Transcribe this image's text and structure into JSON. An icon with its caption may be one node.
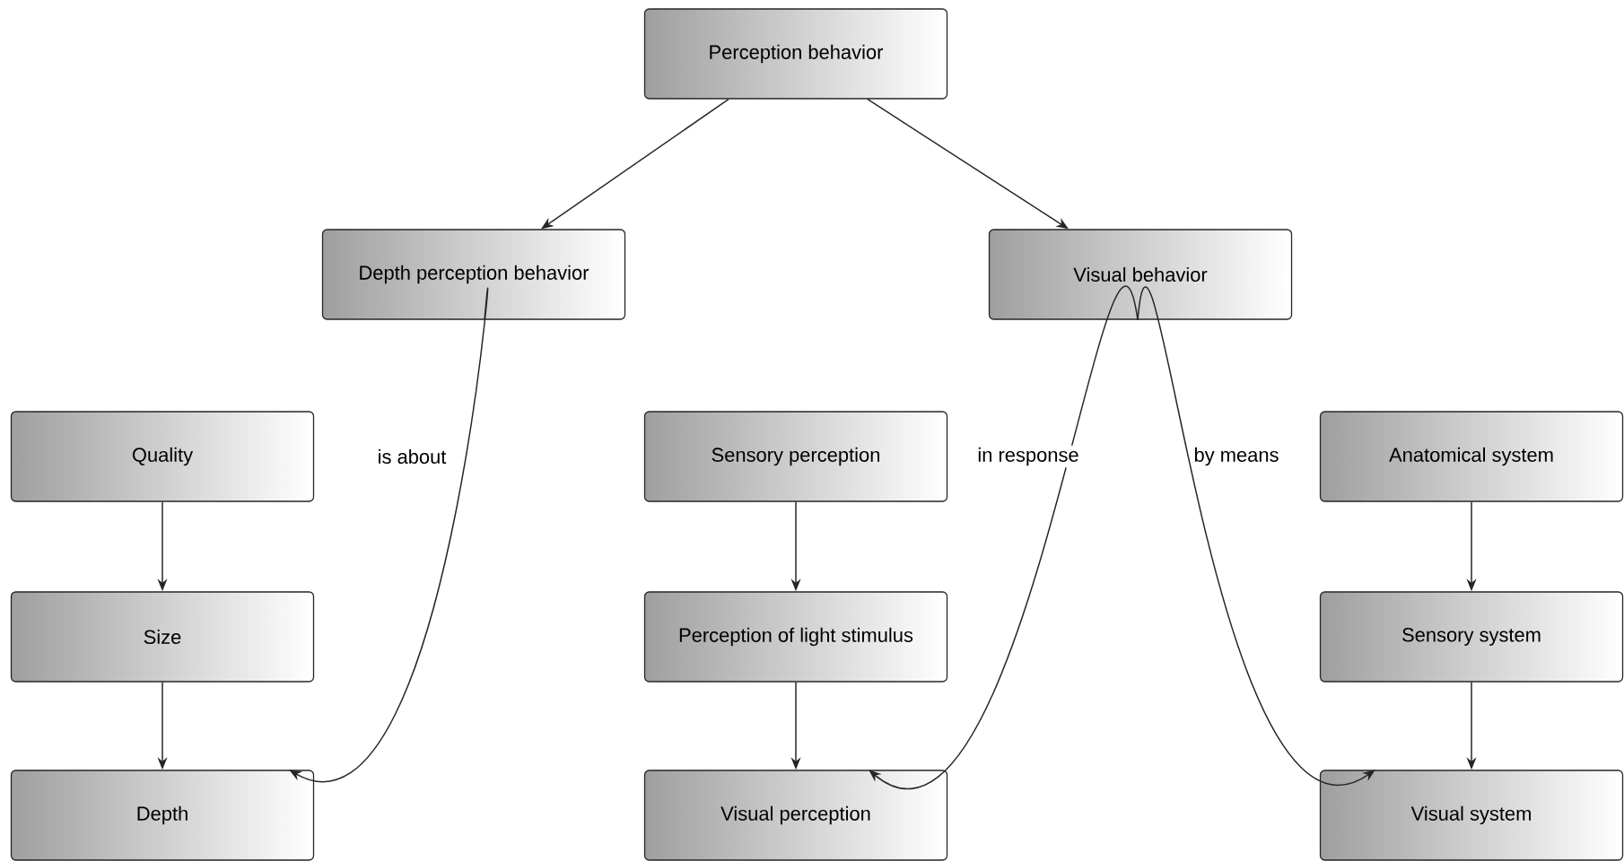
{
  "diagram": {
    "nodes": [
      {
        "text": [
          "Perception behavior"
        ]
      },
      {
        "text": [
          "Depth perception behavior"
        ]
      },
      {
        "text": [
          "Visual behavior"
        ]
      },
      {
        "text": [
          "Quality"
        ]
      },
      {
        "text": [
          "Sensory perception"
        ]
      },
      {
        "text": [
          "Anatomical system"
        ]
      },
      {
        "text": [
          "Size"
        ]
      },
      {
        "text": [
          "Perception of light stimulus"
        ]
      },
      {
        "text": [
          "Sensory system"
        ]
      },
      {
        "text": [
          "Depth"
        ]
      },
      {
        "text": [
          "Visual perception"
        ]
      },
      {
        "text": [
          "Visual system"
        ]
      }
    ],
    "edges": [
      {
        "from": 0,
        "to": 1,
        "arrow": "to"
      },
      {
        "from": 0,
        "to": 2,
        "arrow": "to"
      },
      {
        "from": 1,
        "to": 9,
        "arrow": "to",
        "label": "is about"
      },
      {
        "from": 3,
        "to": 6,
        "arrow": "to"
      },
      {
        "from": 6,
        "to": 9,
        "arrow": "to"
      },
      {
        "from": 4,
        "to": 7,
        "arrow": "to"
      },
      {
        "from": 7,
        "to": 10,
        "arrow": "to"
      },
      {
        "from": 2,
        "to": 10,
        "arrow": "to",
        "label": "in response"
      },
      {
        "from": 2,
        "to": 11,
        "arrow": "to",
        "label": "by means"
      },
      {
        "from": 5,
        "to": 8,
        "arrow": "to"
      },
      {
        "from": 8,
        "to": 11,
        "arrow": "to"
      }
    ]
  }
}
